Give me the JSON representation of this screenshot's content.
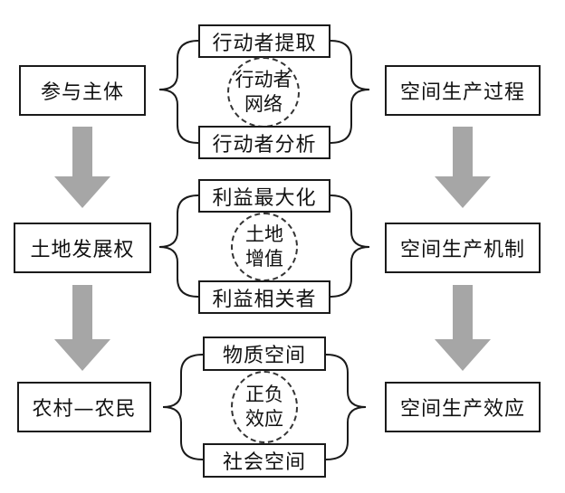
{
  "left_column": {
    "top": "参与主体",
    "middle": "土地发展权",
    "bottom": "农村—农民"
  },
  "right_column": {
    "top": "空间生产过程",
    "middle": "空间生产机制",
    "bottom": "空间生产效应"
  },
  "groups": [
    {
      "upper": "行动者提取",
      "lower": "行动者分析",
      "center_line1": "行动者",
      "center_line2": "网络"
    },
    {
      "upper": "利益最大化",
      "lower": "利益相关者",
      "center_line1": "土地",
      "center_line2": "增值"
    },
    {
      "upper": "物质空间",
      "lower": "社会空间",
      "center_line1": "正负",
      "center_line2": "效应"
    }
  ],
  "colors": {
    "arrow": "#a6a6a6",
    "line": "#1a1a1a"
  }
}
